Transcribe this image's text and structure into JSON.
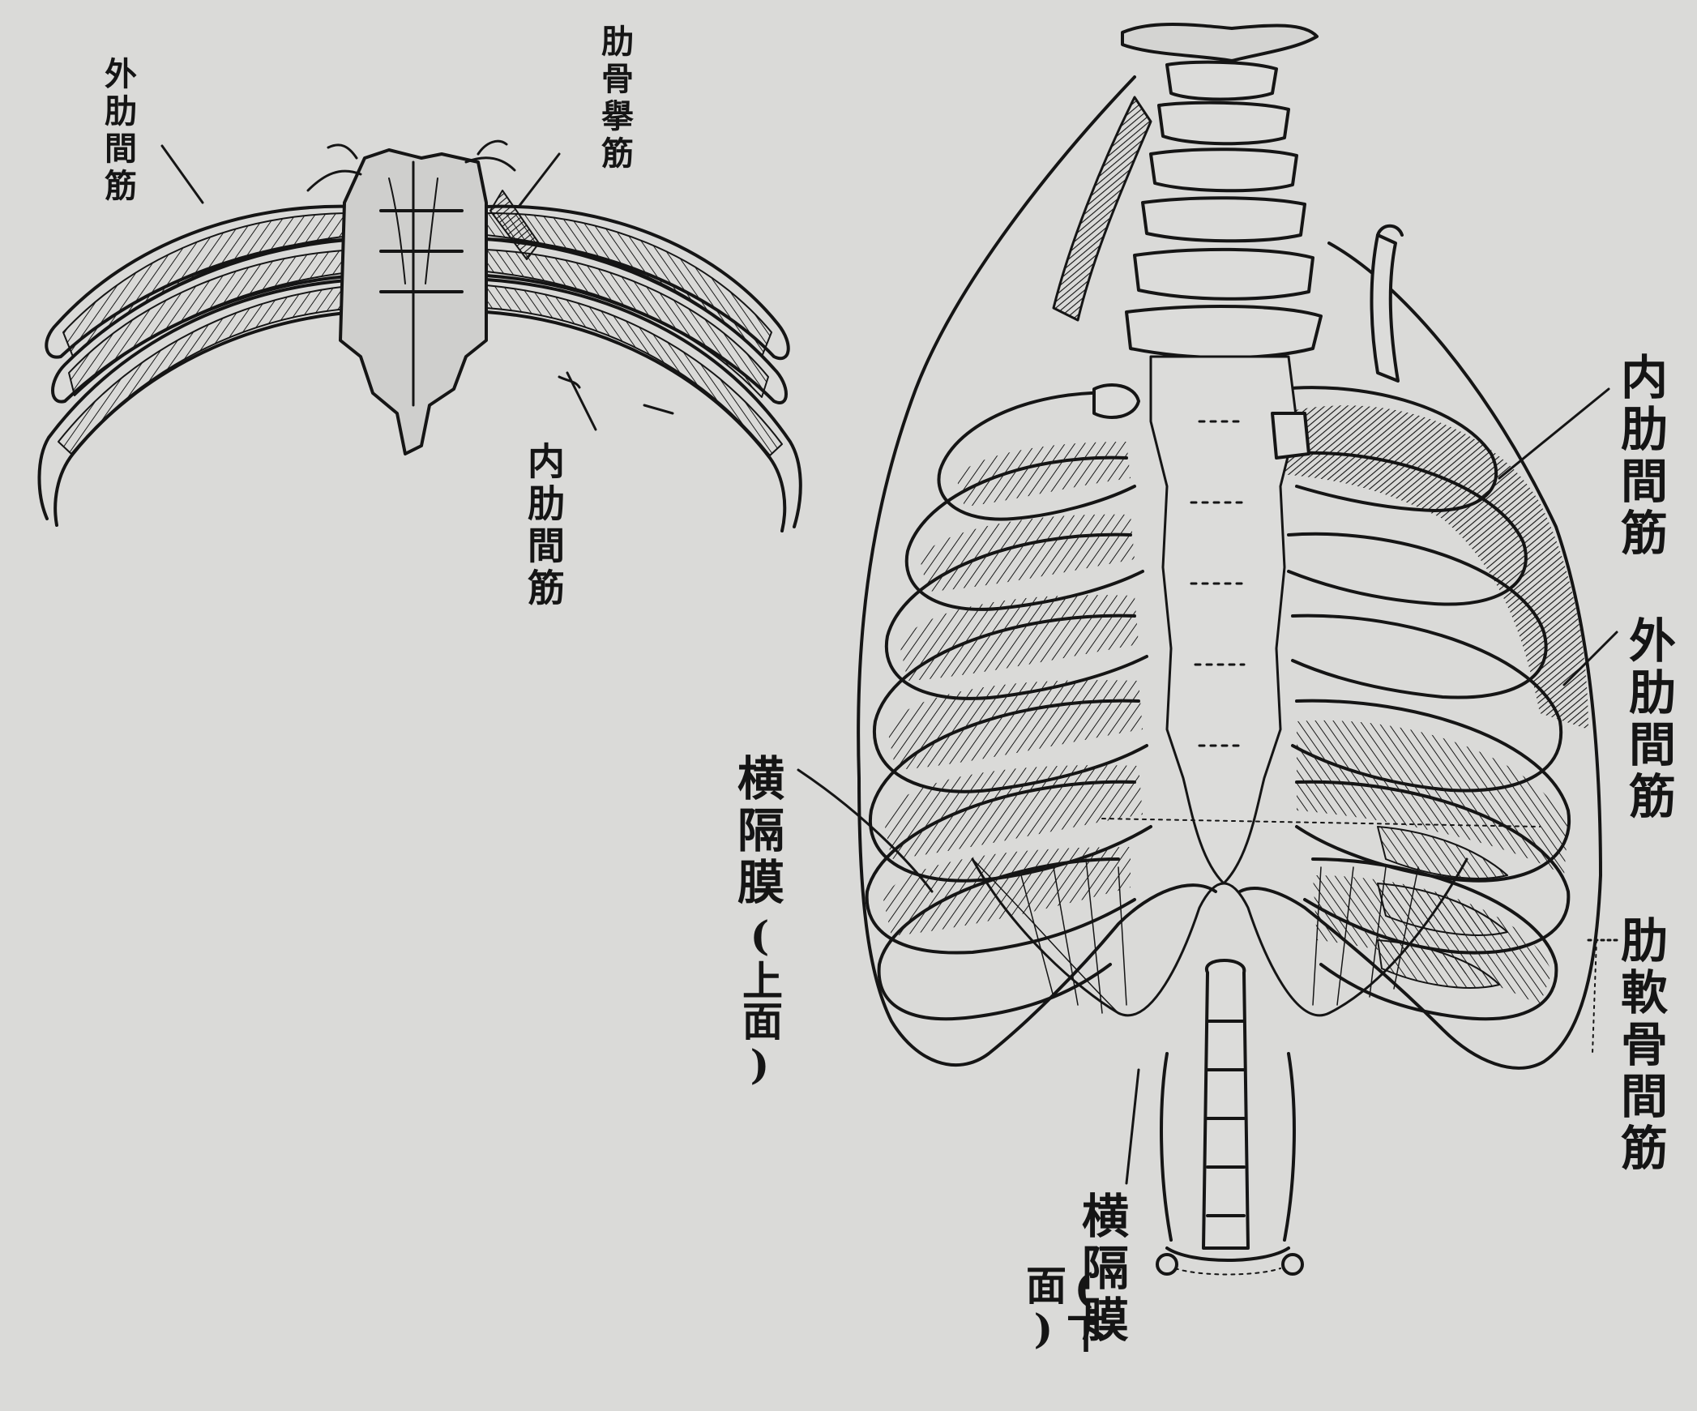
{
  "figure_left": {
    "labels": {
      "external_intercostal": "外肋間筋",
      "rib_levator": "肋骨擧筋",
      "internal_intercostal": "内肋間筋"
    }
  },
  "figure_right": {
    "labels": {
      "internal_intercostal": "内肋間筋",
      "external_intercostal": "外肋間筋",
      "diaphragm_upper": "横隔膜",
      "diaphragm_upper_note": "(上面)",
      "diaphragm_lower": "横隔膜",
      "diaphragm_lower_note": "(下面)",
      "intercartilaginous": "肋軟骨間筋"
    }
  },
  "colors": {
    "paper": "#dadad8",
    "ink": "#151515"
  }
}
